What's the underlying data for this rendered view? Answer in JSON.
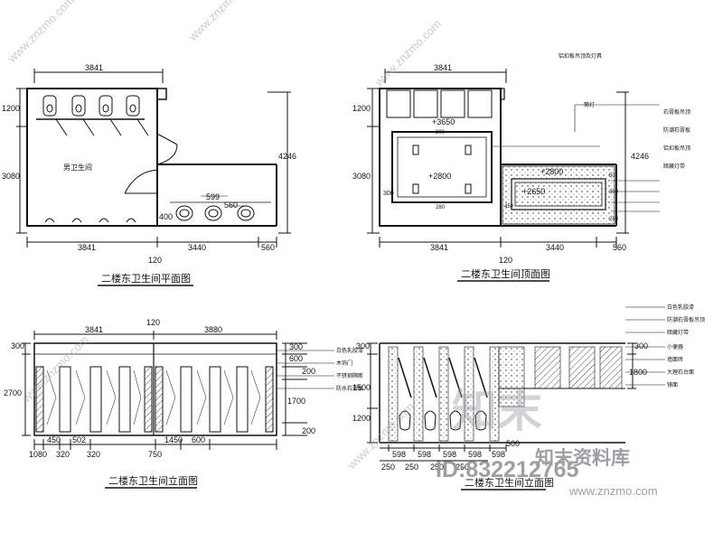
{
  "watermark": {
    "site_text": "www.znzmo.com",
    "brand_glyphs": "知末",
    "brand_name": "知末资料库",
    "id_text": "ID:832212765",
    "url_text": "www.znzmo.com"
  },
  "plan1": {
    "caption": "二楼东卫生间平面图",
    "room_label": "男卫生间",
    "dims": {
      "top_width": "3841",
      "left_upper": "1200",
      "left_lower": "3080",
      "right_height": "4246",
      "bottom_left": "3841",
      "bottom_mid": "3440",
      "bottom_right": "560",
      "below": "120",
      "basin_gap": "599",
      "basin_w": "560",
      "basin_edge": "400"
    }
  },
  "plan2": {
    "caption": "二楼东卫生间顶面图",
    "top_note": "铝扣板吊顶及灯具",
    "dims": {
      "top_width": "3841",
      "left_upper": "1200",
      "left_lower": "3080",
      "right_height": "4246",
      "bottom_left": "3841",
      "bottom_mid": "3440",
      "bottom_right": "560",
      "below": "120",
      "elev_a": "+3650",
      "elev_b": "+2800",
      "elev_c": "+2800",
      "elev_d": "+2650",
      "inner_top": "300",
      "inner_bottom": "280",
      "r_300": "300",
      "r_450": "450",
      "r_50": "50",
      "r_300b": "300",
      "r_280": "280"
    },
    "leaders": [
      "筒灯",
      "石膏板吊顶",
      "防潮石膏板",
      "铝扣板吊顶",
      "暗藏灯带"
    ]
  },
  "elev1": {
    "caption": "二楼东卫生间立面图",
    "dims": {
      "top_left": "3841",
      "top_right": "3880",
      "top_mid": "120",
      "left_300": "300",
      "left_2700": "2700",
      "r_300": "300",
      "r_600": "600",
      "r_200": "200",
      "r_1700": "1700",
      "r_200b": "200",
      "b_1080": "1080",
      "b_320a": "320",
      "b_320b": "320",
      "b_450a": "450",
      "b_502": "502",
      "b_1450": "1450",
      "b_600": "600",
      "b_750": "750"
    },
    "leaders": [
      "白色乳胶漆",
      "木饰门",
      "不锈钢隔断",
      "防水石膏板"
    ]
  },
  "elev2": {
    "caption": "二楼东卫生间立面图",
    "dims": {
      "r_300": "300",
      "r_1800": "1800",
      "l_300": "300",
      "l_1500": "1500",
      "l_1200": "1200",
      "b_598a": "598",
      "b_598b": "598",
      "b_598c": "598",
      "b_598d": "598",
      "b_598e": "598",
      "b_500": "500",
      "b_250a": "250",
      "b_250b": "250",
      "b_250c": "250",
      "b_250d": "250"
    },
    "leaders": [
      "白色乳胶漆",
      "防潮石膏板吊顶",
      "暗藏灯带",
      "小便器",
      "墙面砖",
      "大理石台面",
      "镜面"
    ]
  }
}
